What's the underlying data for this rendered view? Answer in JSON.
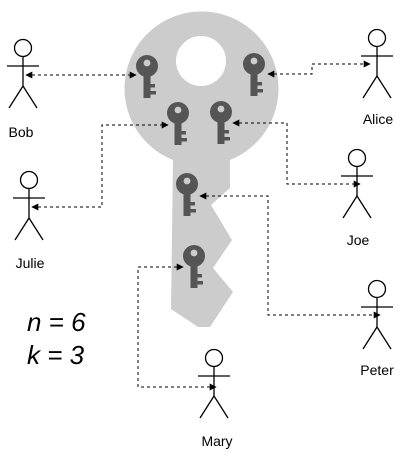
{
  "colors": {
    "key_fill": "#cccccc",
    "key_icon": "#555555",
    "stroke": "#000000",
    "background": "#ffffff"
  },
  "people": {
    "bob": {
      "name": "Bob"
    },
    "alice": {
      "name": "Alice"
    },
    "julie": {
      "name": "Julie"
    },
    "joe": {
      "name": "Joe"
    },
    "peter": {
      "name": "Peter"
    },
    "mary": {
      "name": "Mary"
    }
  },
  "formula": {
    "n": "n = 6",
    "k": "k = 3"
  },
  "icons": {
    "shares": "key-icon",
    "people": "stick-figure-icon",
    "master": "large-key-icon"
  }
}
